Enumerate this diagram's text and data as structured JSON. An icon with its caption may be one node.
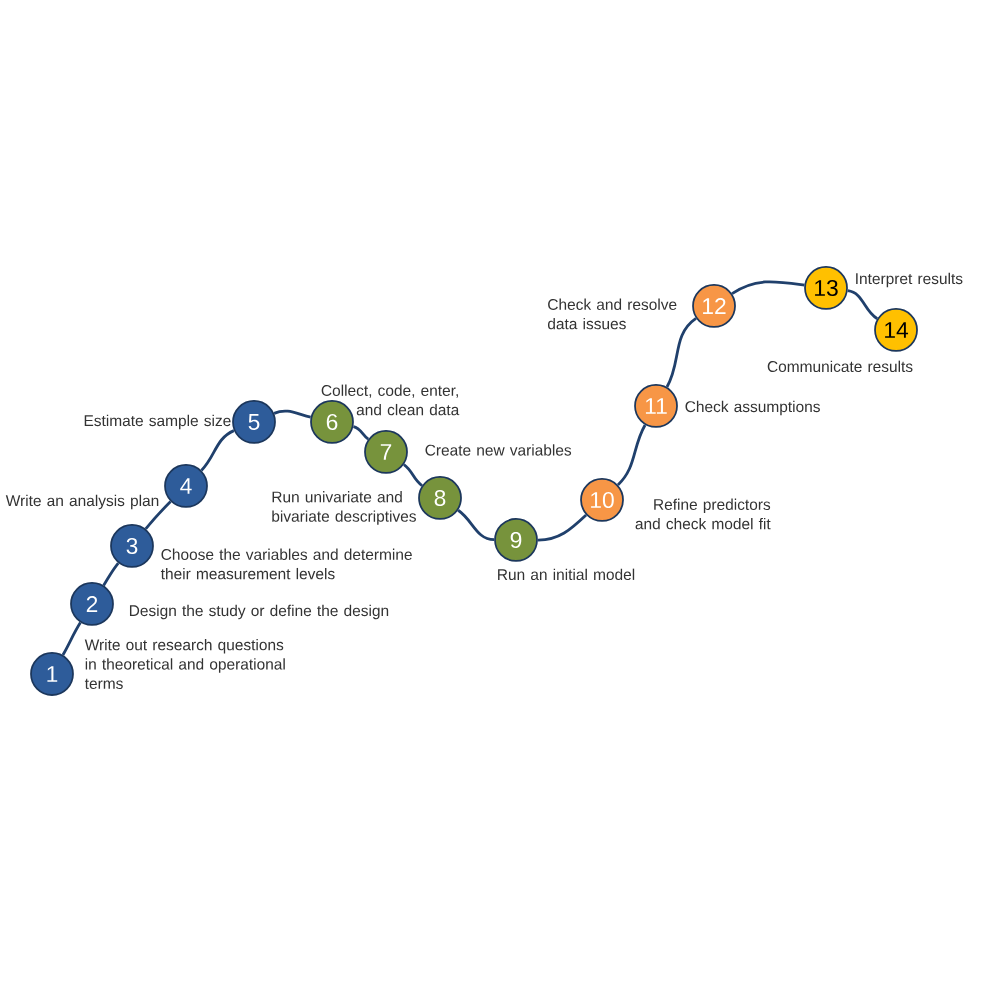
{
  "diagram": {
    "nodes": [
      {
        "text": [
          "1"
        ],
        "beside": [
          "Write out research questions in theoretical and operational terms"
        ]
      },
      {
        "text": [
          "2"
        ],
        "beside": [
          "Design the study or define the design"
        ]
      },
      {
        "text": [
          "3"
        ],
        "beside": [
          "Choose the variables and determine their measurement levels"
        ]
      },
      {
        "text": [
          "4"
        ],
        "beside": [
          "Write an analysis plan"
        ]
      },
      {
        "text": [
          "5"
        ],
        "beside": [
          "Estimate sample size"
        ]
      },
      {
        "text": [
          "6"
        ],
        "beside": [
          "Collect, code, enter, and clean data"
        ]
      },
      {
        "text": [
          "7"
        ],
        "beside": [
          "Create new variables"
        ]
      },
      {
        "text": [
          "8"
        ],
        "beside": [
          "Run univariate and bivariate descriptives"
        ]
      },
      {
        "text": [
          "9"
        ],
        "beside": [
          "Run an initial model"
        ]
      },
      {
        "text": [
          "10"
        ],
        "beside": [
          "Refine predictors and check model fit"
        ]
      },
      {
        "text": [
          "11"
        ],
        "beside": [
          "Check assumptions"
        ]
      },
      {
        "text": [
          "12"
        ],
        "beside": [
          "Check and resolve data issues"
        ]
      },
      {
        "text": [
          "13"
        ],
        "beside": [
          "Interpret results"
        ]
      },
      {
        "text": [
          "14"
        ],
        "beside": [
          "Communicate results"
        ]
      }
    ],
    "edges": [
      {
        "from": 0,
        "to": 1,
        "arrow": "none"
      },
      {
        "from": 1,
        "to": 2,
        "arrow": "none"
      },
      {
        "from": 2,
        "to": 3,
        "arrow": "none"
      },
      {
        "from": 3,
        "to": 4,
        "arrow": "none"
      },
      {
        "from": 4,
        "to": 5,
        "arrow": "none"
      },
      {
        "from": 5,
        "to": 6,
        "arrow": "none"
      },
      {
        "from": 6,
        "to": 7,
        "arrow": "none"
      },
      {
        "from": 7,
        "to": 8,
        "arrow": "none"
      },
      {
        "from": 8,
        "to": 9,
        "arrow": "none"
      },
      {
        "from": 9,
        "to": 10,
        "arrow": "none"
      },
      {
        "from": 10,
        "to": 11,
        "arrow": "none"
      },
      {
        "from": 11,
        "to": 12,
        "arrow": "none"
      },
      {
        "from": 12,
        "to": 13,
        "arrow": "none"
      }
    ]
  }
}
